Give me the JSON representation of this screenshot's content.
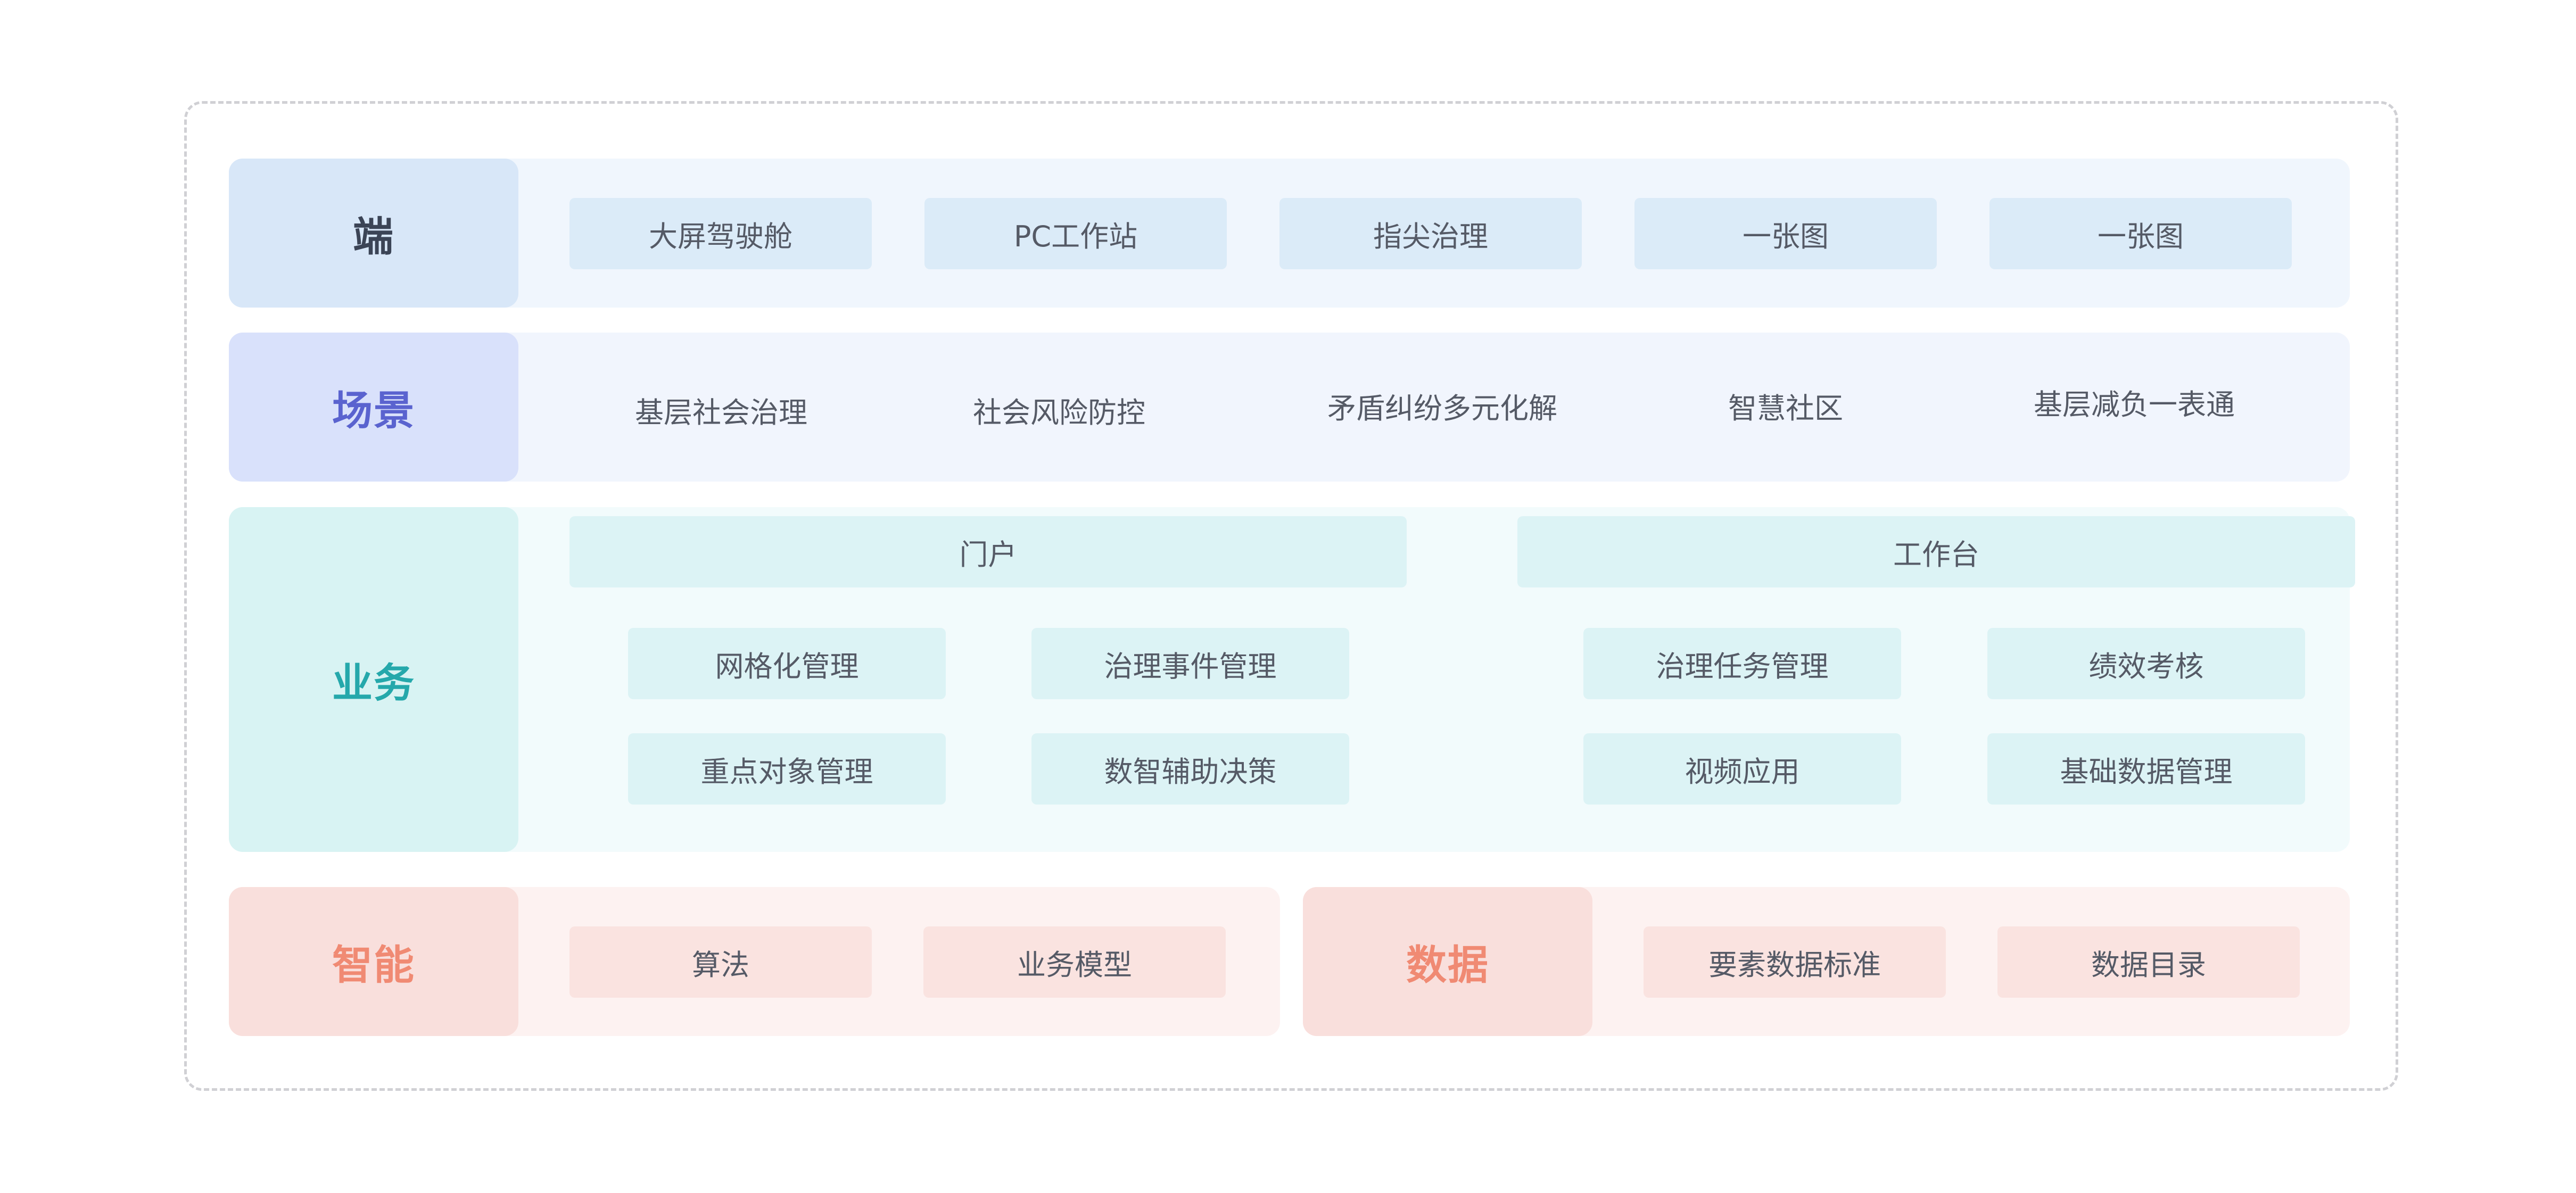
{
  "layers": {
    "terminal": {
      "label": "端",
      "items": [
        "大屏驾驶舱",
        "PC工作站",
        "指尖治理",
        "一张图",
        "一张图"
      ]
    },
    "scene": {
      "label": "场景",
      "items": [
        "基层社会治理",
        "社会风险防控",
        "矛盾纠纷多元化解",
        "智慧社区",
        "基层减负一表通"
      ]
    },
    "business": {
      "label": "业务",
      "portal": {
        "title": "门户",
        "items": [
          "网格化管理",
          "治理事件管理",
          "重点对象管理",
          "数智辅助决策"
        ]
      },
      "workbench": {
        "title": "工作台",
        "items": [
          "治理任务管理",
          "绩效考核",
          "视频应用",
          "基础数据管理"
        ]
      },
      "items_placeholder": ""
    },
    "intelligence": {
      "label": "智能",
      "items": [
        "算法",
        "业务模型"
      ]
    },
    "data": {
      "label": "数据",
      "items": [
        "要素数据标准",
        "数据目录"
      ]
    }
  }
}
